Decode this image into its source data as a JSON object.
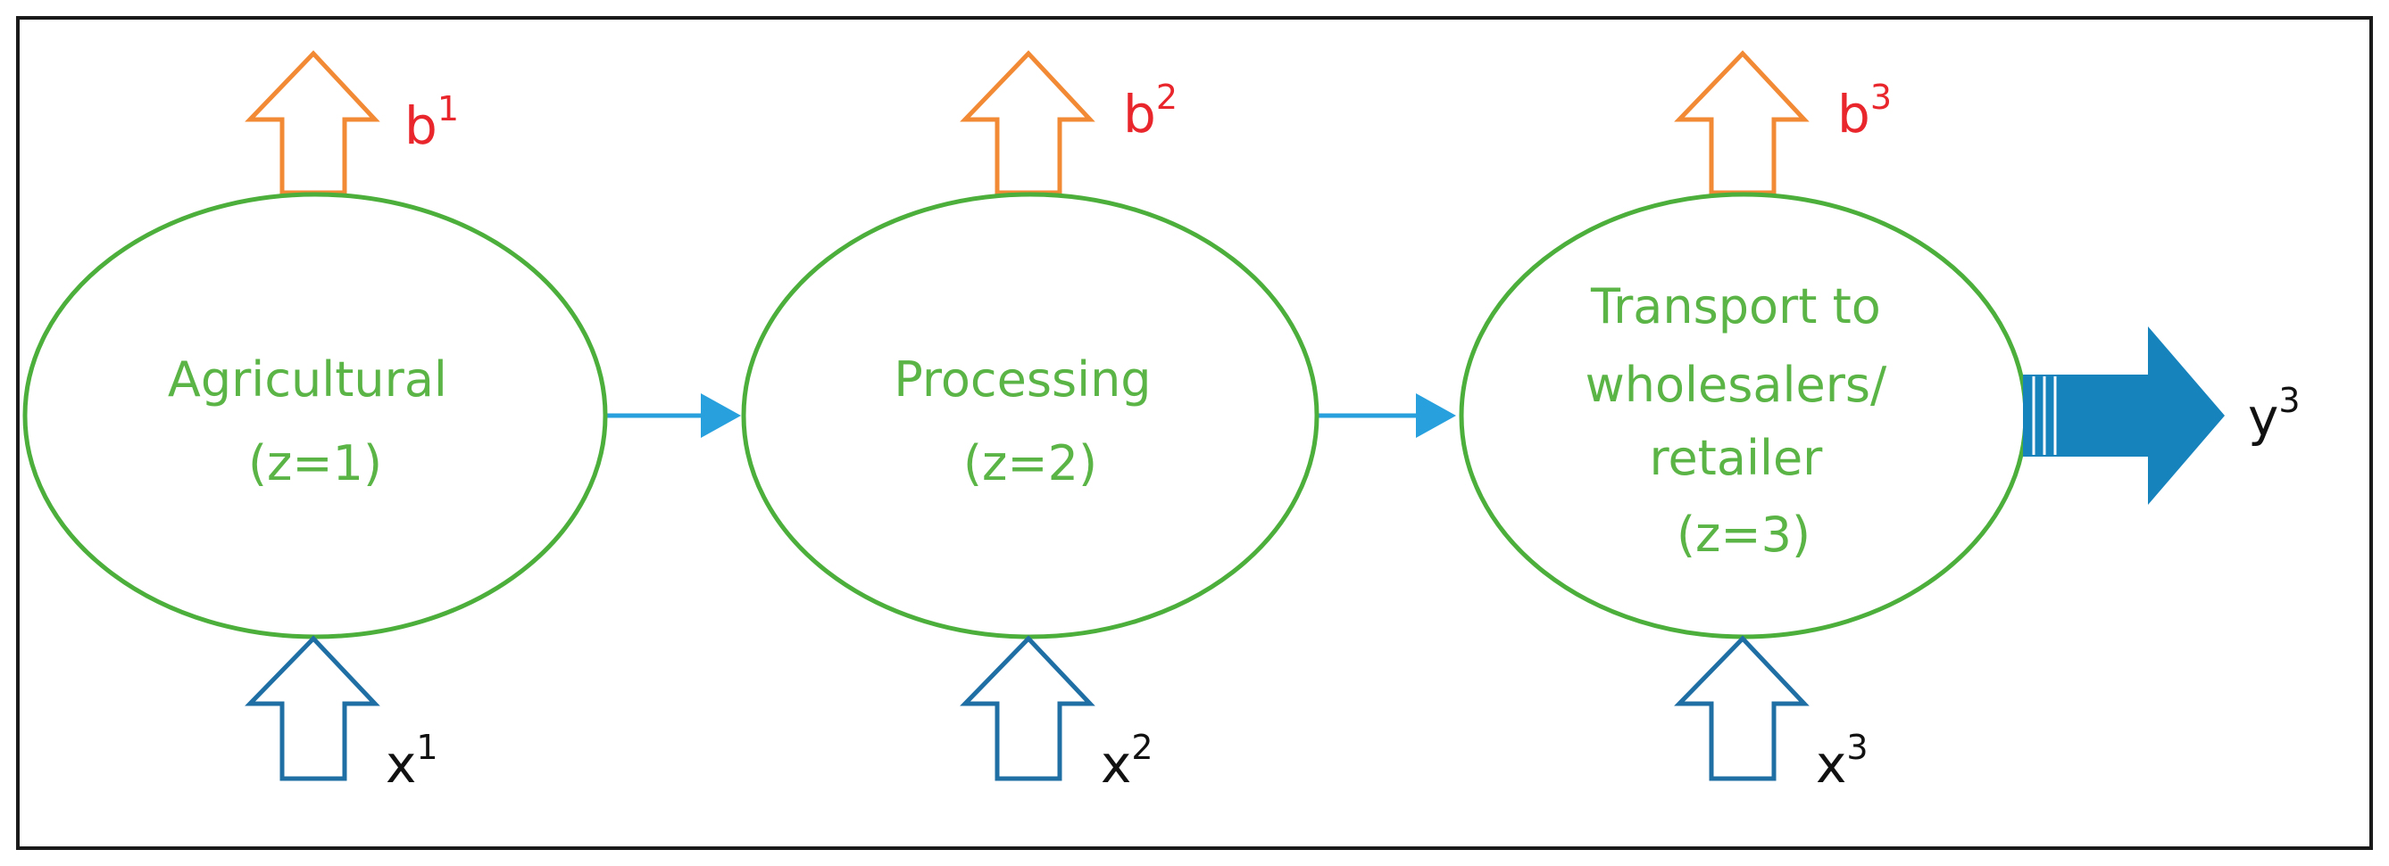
{
  "colors": {
    "frame": "#1a1a1a",
    "node": "#4caf3c",
    "node_text": "#5ab546",
    "byproduct_arrow": "#f28a35",
    "byproduct_label": "#e8262c",
    "input_arrow": "#1f6fa5",
    "input_label": "#111111",
    "flow_arrow": "#27a0dd",
    "output_arrow": "#1783bd"
  },
  "stages": [
    {
      "lines": [
        "Agricultural",
        "(z=1)"
      ],
      "byproduct": {
        "base": "b",
        "sup": "1"
      },
      "input": {
        "base": "x",
        "sup": "1"
      }
    },
    {
      "lines": [
        "Processing",
        "(z=2)"
      ],
      "byproduct": {
        "base": "b",
        "sup": "2"
      },
      "input": {
        "base": "x",
        "sup": "2"
      }
    },
    {
      "lines": [
        "Transport to",
        "wholesalers/",
        "retailer",
        "(z=3)"
      ],
      "byproduct": {
        "base": "b",
        "sup": "3"
      },
      "input": {
        "base": "x",
        "sup": "3"
      }
    }
  ],
  "output": {
    "base": "y",
    "sup": "3"
  }
}
